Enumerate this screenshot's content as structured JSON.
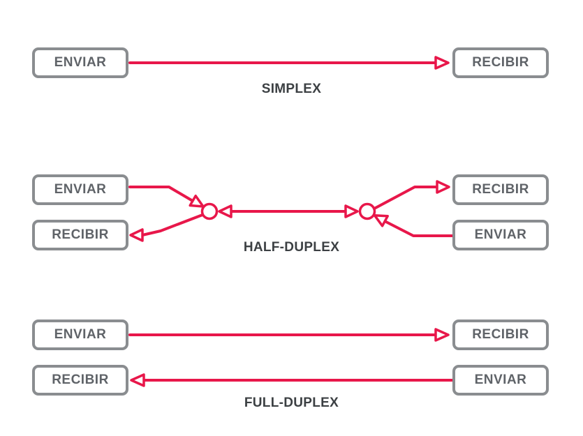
{
  "diagram_title": "",
  "colors": {
    "arrow": "#e8174a",
    "box_border": "#8a8d90",
    "box_text": "#5f6368",
    "label_text": "#3c4043",
    "background": "#ffffff"
  },
  "sections": [
    {
      "name": "simplex",
      "label": "SIMPLEX",
      "left_boxes": [
        "ENVIAR"
      ],
      "right_boxes": [
        "RECIBIR"
      ],
      "arrows": [
        "ENVIAR → RECIBIR"
      ]
    },
    {
      "name": "half-duplex",
      "label": "HALF-DUPLEX",
      "left_boxes": [
        "ENVIAR",
        "RECIBIR"
      ],
      "right_boxes": [
        "RECIBIR",
        "ENVIAR"
      ],
      "arrows": [
        "left ENVIAR → left node",
        "left node → left RECIBIR",
        "left node ↔ right node",
        "right node → right RECIBIR",
        "right ENVIAR → right node"
      ]
    },
    {
      "name": "full-duplex",
      "label": "FULL-DUPLEX",
      "left_boxes": [
        "ENVIAR",
        "RECIBIR"
      ],
      "right_boxes": [
        "RECIBIR",
        "ENVIAR"
      ],
      "arrows": [
        "ENVIAR → RECIBIR",
        "RECIBIR ← ENVIAR"
      ]
    }
  ]
}
